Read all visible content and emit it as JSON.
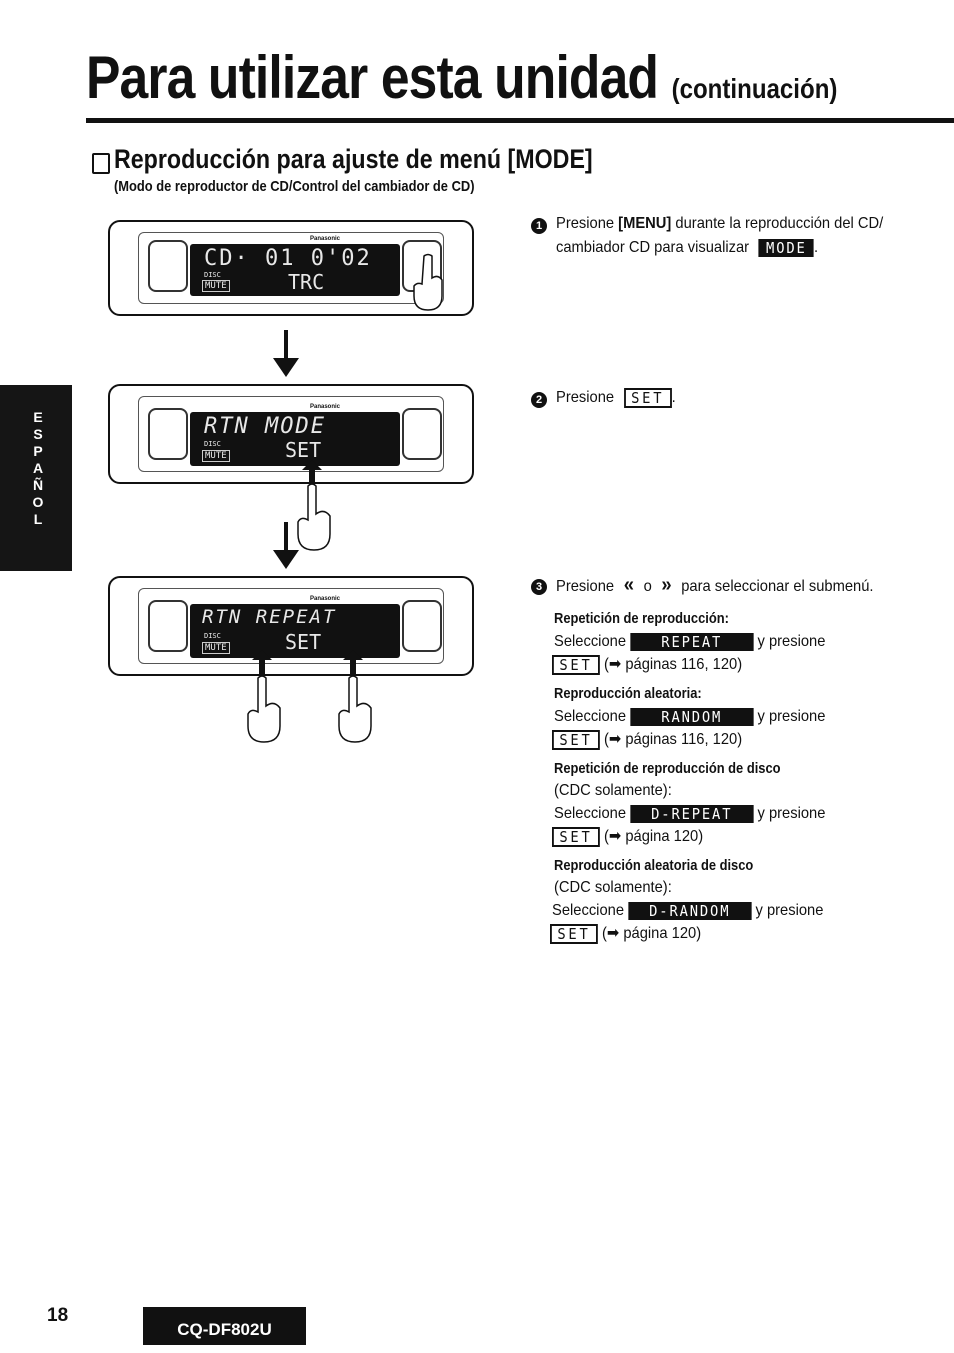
{
  "header": {
    "title": "Para utilizar esta unidad",
    "continuation": "(continuación)"
  },
  "section": {
    "title": "Reproducción para ajuste de menú [MODE]",
    "subtitle": "(Modo de reproductor de CD/Control del cambiador de CD)"
  },
  "side_tab": [
    "E",
    "S",
    "P",
    "A",
    "Ñ",
    "O",
    "L"
  ],
  "devices": [
    {
      "brand": "Panasonic",
      "line1": "CD· 01  0'02",
      "line2": "TRC",
      "disc": "DISC",
      "mute": "MUTE"
    },
    {
      "brand": "Panasonic",
      "line1": "RTN  MODE",
      "line2": "SET",
      "disc": "DISC",
      "mute": "MUTE"
    },
    {
      "brand": "Panasonic",
      "line1": "RTN REPEAT",
      "line2": "SET",
      "disc": "DISC",
      "mute": "MUTE"
    }
  ],
  "steps": {
    "s1": {
      "num": "1",
      "text_a": "Presione ",
      "key": "[MENU]",
      "text_b": " durante la reproducción del CD/",
      "text_c": "cambiador CD para visualizar",
      "lcd": "MODE",
      "end": "."
    },
    "s2": {
      "num": "2",
      "text": "Presione",
      "lcd": "SET",
      "end": "."
    },
    "s3": {
      "num": "3",
      "text_a": "Presione",
      "sym_left": "«",
      "or": "o",
      "sym_right": "»",
      "text_b": "para seleccionar el submenú."
    }
  },
  "submenus": [
    {
      "heading": "Repetición de reproducción:",
      "note": "",
      "select": "Seleccione",
      "lcd": "REPEAT",
      "press": "y presione",
      "set": "SET",
      "ref": "(➡ páginas 116, 120)"
    },
    {
      "heading": "Reproducción aleatoria:",
      "note": "",
      "select": "Seleccione",
      "lcd": "RANDOM",
      "press": "y presione",
      "set": "SET",
      "ref": "(➡ páginas 116, 120)"
    },
    {
      "heading": "Repetición de reproducción de disco",
      "note": "(CDC solamente):",
      "select": "Seleccione",
      "lcd": "D-REPEAT",
      "press": "y presione",
      "set": "SET",
      "ref": "(➡ página 120)"
    },
    {
      "heading": "Reproducción aleatoria de disco",
      "note": "(CDC solamente):",
      "select": "Seleccione",
      "lcd": "D-RANDOM",
      "press": "y presione",
      "set": "SET",
      "ref": "(➡ página 120)"
    }
  ],
  "footer": {
    "page": "18",
    "model": "CQ-DF802U"
  }
}
